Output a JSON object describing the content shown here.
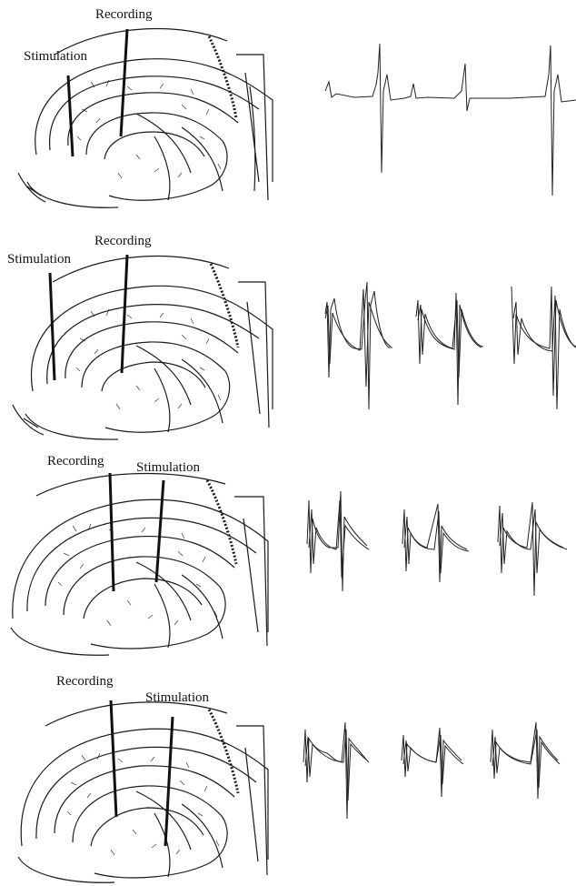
{
  "panels": [
    {
      "recording_label": "Recording",
      "stimulation_label": "Stimulation"
    },
    {
      "recording_label": "Recording",
      "stimulation_label": "Stimulation"
    },
    {
      "recording_label": "Recording",
      "stimulation_label": "Stimulation"
    },
    {
      "recording_label": "Recording",
      "stimulation_label": "Stimulation"
    }
  ],
  "colors": {
    "ink": "#1a1a1a",
    "trace": "#222222",
    "background": "#ffffff"
  }
}
